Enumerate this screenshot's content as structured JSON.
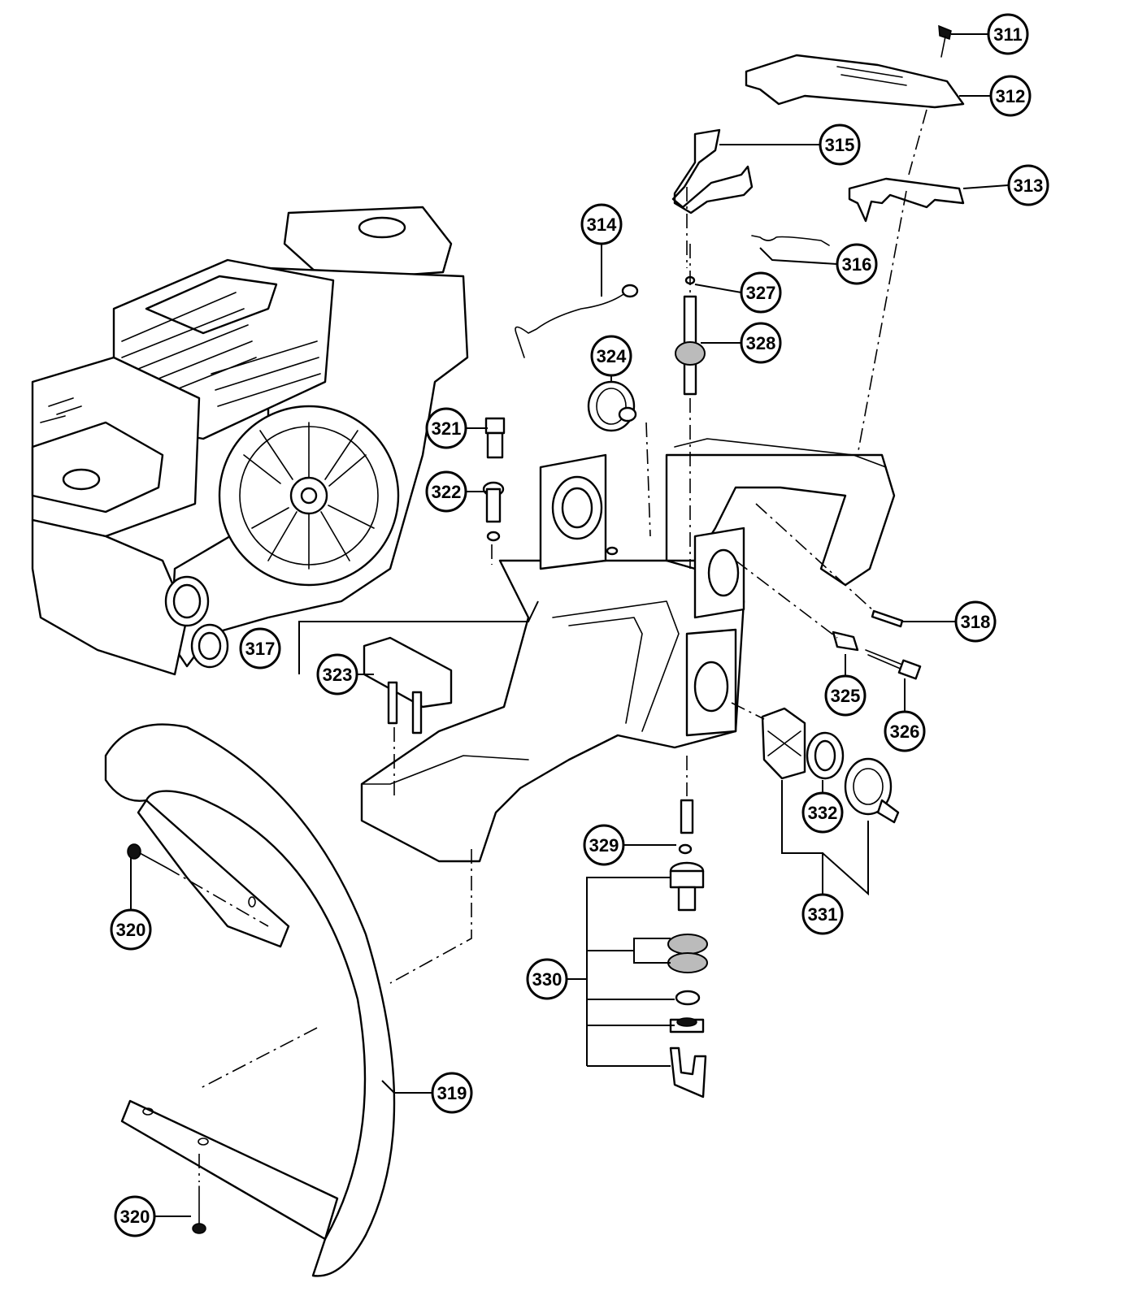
{
  "callouts": [
    {
      "id": "c311",
      "label": "311"
    },
    {
      "id": "c312",
      "label": "312"
    },
    {
      "id": "c313",
      "label": "313"
    },
    {
      "id": "c314",
      "label": "314"
    },
    {
      "id": "c315",
      "label": "315"
    },
    {
      "id": "c316",
      "label": "316"
    },
    {
      "id": "c317",
      "label": "317"
    },
    {
      "id": "c318",
      "label": "318"
    },
    {
      "id": "c319",
      "label": "319"
    },
    {
      "id": "c320a",
      "label": "320"
    },
    {
      "id": "c320b",
      "label": "320"
    },
    {
      "id": "c321",
      "label": "321"
    },
    {
      "id": "c322",
      "label": "322"
    },
    {
      "id": "c323",
      "label": "323"
    },
    {
      "id": "c324",
      "label": "324"
    },
    {
      "id": "c325",
      "label": "325"
    },
    {
      "id": "c326",
      "label": "326"
    },
    {
      "id": "c327",
      "label": "327"
    },
    {
      "id": "c328",
      "label": "328"
    },
    {
      "id": "c329",
      "label": "329"
    },
    {
      "id": "c330",
      "label": "330"
    },
    {
      "id": "c331",
      "label": "331"
    },
    {
      "id": "c332",
      "label": "332"
    }
  ]
}
